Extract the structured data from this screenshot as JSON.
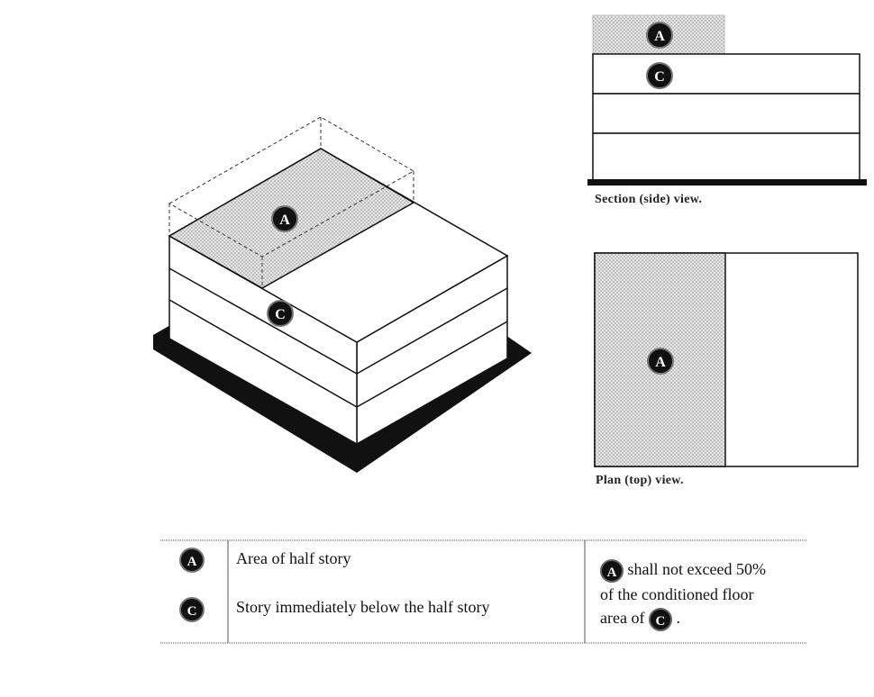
{
  "labels": {
    "a": "A",
    "c": "C"
  },
  "captions": {
    "section": "Section (side) view.",
    "plan": "Plan (top) view."
  },
  "legend": {
    "a_text": "Area of half story",
    "c_text": "Story immediately below the half story"
  },
  "rule": {
    "part1": "shall not exceed 50%",
    "part2": "of the conditioned floor",
    "part3": "area of",
    "period": "."
  },
  "colors": {
    "hatch": "#d0d0d0",
    "ink": "#111111",
    "base": "#111111"
  }
}
